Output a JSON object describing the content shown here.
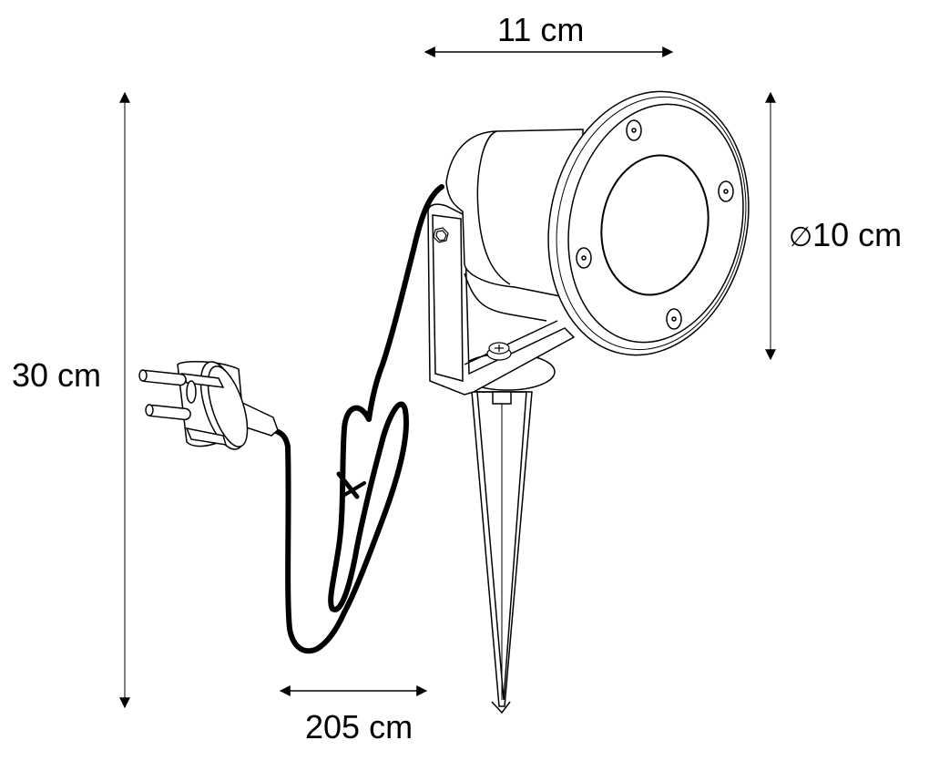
{
  "diagram": {
    "subject": "Garden spotlight with ground spike and plug",
    "line_color": "#000000",
    "dimension_line_color": "#555555",
    "background": "#ffffff",
    "dimensions": {
      "width": {
        "label": "11 cm",
        "direction": "horizontal"
      },
      "diameter": {
        "symbol": "∅",
        "value": "10 cm",
        "direction": "vertical"
      },
      "height": {
        "label": "30 cm",
        "direction": "vertical"
      },
      "cable_length": {
        "label": "205 cm",
        "direction": "horizontal"
      }
    },
    "parts": {
      "lamp_head": {
        "screws": 4
      },
      "mounting_bracket": {
        "bolt": "hex-bolt",
        "screw": "phillips-screw"
      },
      "ground_spike": {},
      "cable": {},
      "plug": {
        "pins": 2
      }
    }
  }
}
